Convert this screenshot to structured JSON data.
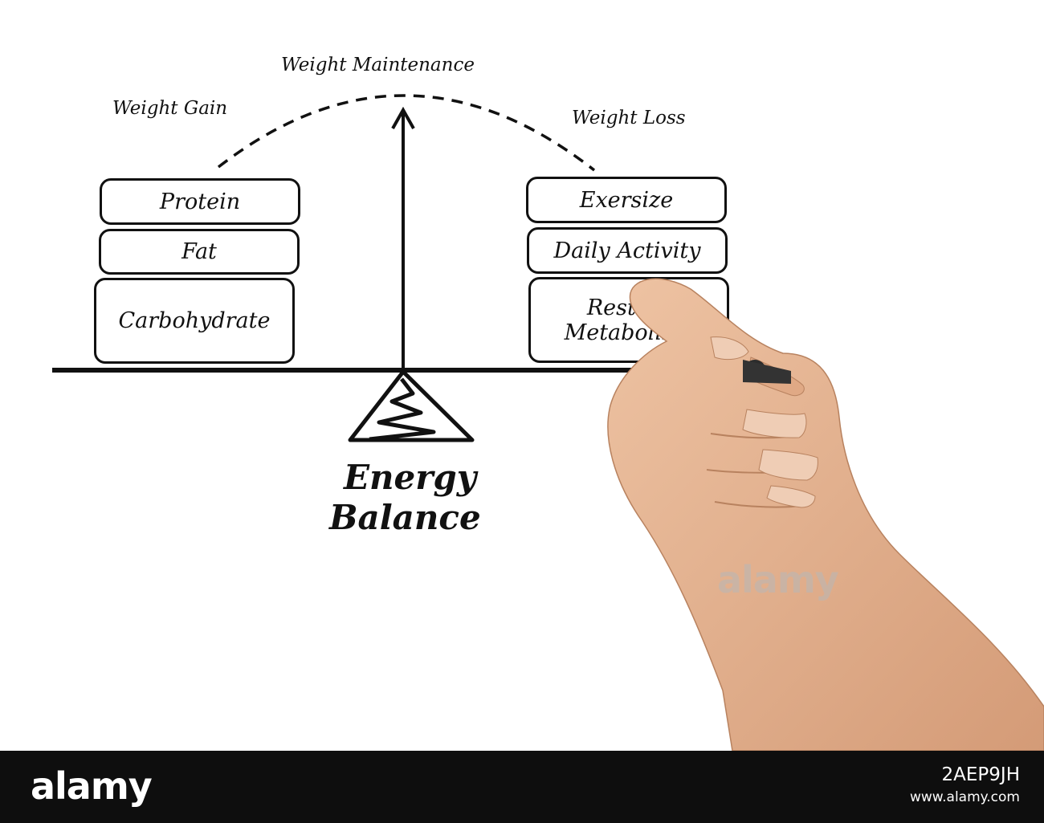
{
  "diagram": {
    "title_line1": "Energy",
    "title_line2": "Balance",
    "arc_left_label": "Weight Gain",
    "arc_center_label": "Weight Maintenance",
    "arc_right_label": "Weight Loss",
    "left_stack": [
      "Protein",
      "Fat",
      "Carbohydrate"
    ],
    "right_stack": [
      "Exersize",
      "Daily Activity",
      "Resting Metabolism"
    ]
  },
  "watermark": {
    "text": "alamy"
  },
  "footer": {
    "brand": "alamy",
    "image_id": "2AEP9JH",
    "site": "www.alamy.com"
  },
  "colors": {
    "ink": "#111111",
    "footer_bg": "#0e0e0e",
    "skin": "#e2b08d"
  }
}
